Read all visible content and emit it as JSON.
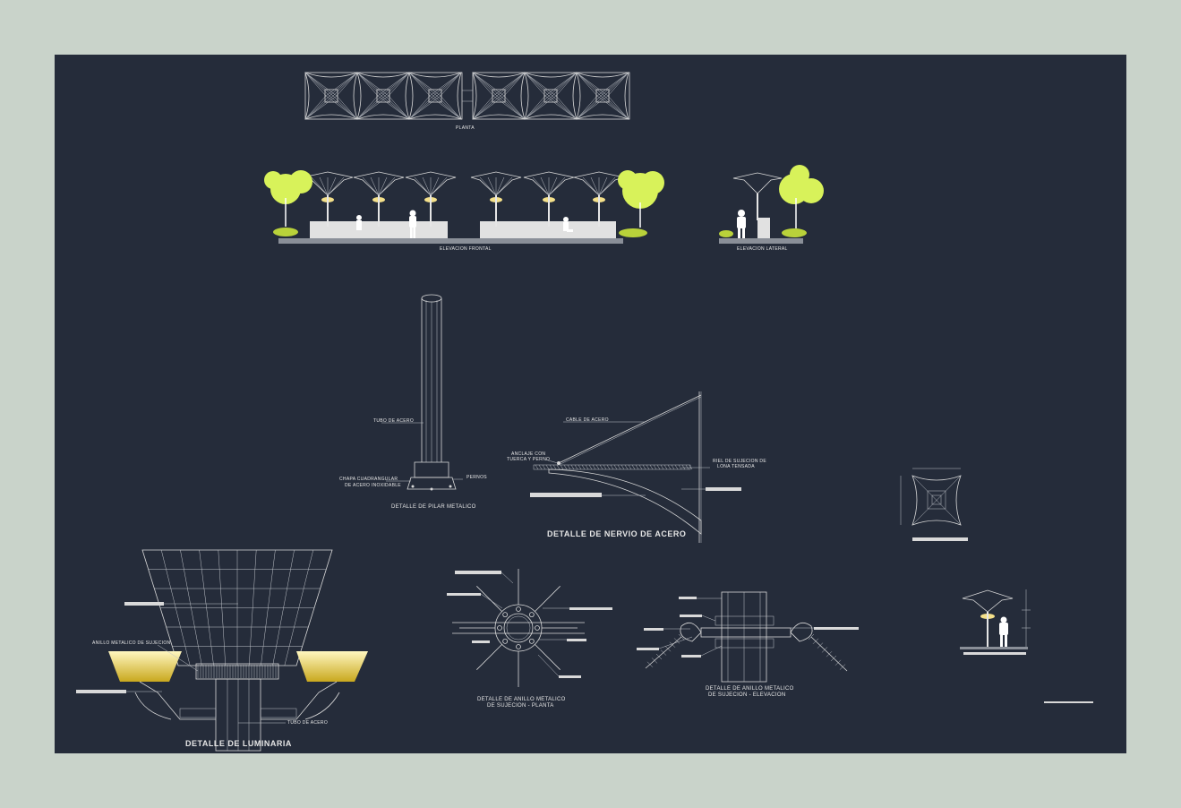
{
  "labels": {
    "planta": "PLANTA",
    "elev_frontal": "ELEVACION FRONTAL",
    "elev_lateral": "ELEVACION LATERAL",
    "tubo_acero_1": "TUBO DE ACERO",
    "chapa_1": "CHAPA CUADRANGULAR",
    "chapa_2": "DE ACERO INOXIDABLE",
    "pernos": "PERNOS",
    "det_pilar": "DETALLE DE PILAR METALICO",
    "cable_acero": "CABLE DE ACERO",
    "anclaje_1": "ANCLAJE CON",
    "anclaje_2": "TUERCA Y PERNO",
    "riel_1": "RIEL DE SUJECION DE",
    "riel_2": "LONA TENSADA",
    "det_nervio": "DETALLE DE NERVIO DE ACERO",
    "anillo_suj": "ANILLO METALICO DE SUJECION",
    "tubo_acero_2": "TUBO DE ACERO",
    "det_luminaria": "DETALLE DE LUMINARIA",
    "det_anillo_planta_1": "DETALLE DE ANILLO METALICO",
    "det_anillo_planta_2": "DE SUJECION - PLANTA",
    "det_anillo_elev_1": "DETALLE DE ANILLO METALICO",
    "det_anillo_elev_2": "DE SUJECION - ELEVACION"
  },
  "colors": {
    "background": "#c9d3ca",
    "sheet": "#252c3a",
    "lines": "#d9d9d9",
    "foliage": "#d8f25a",
    "light": "#f4e08a"
  }
}
